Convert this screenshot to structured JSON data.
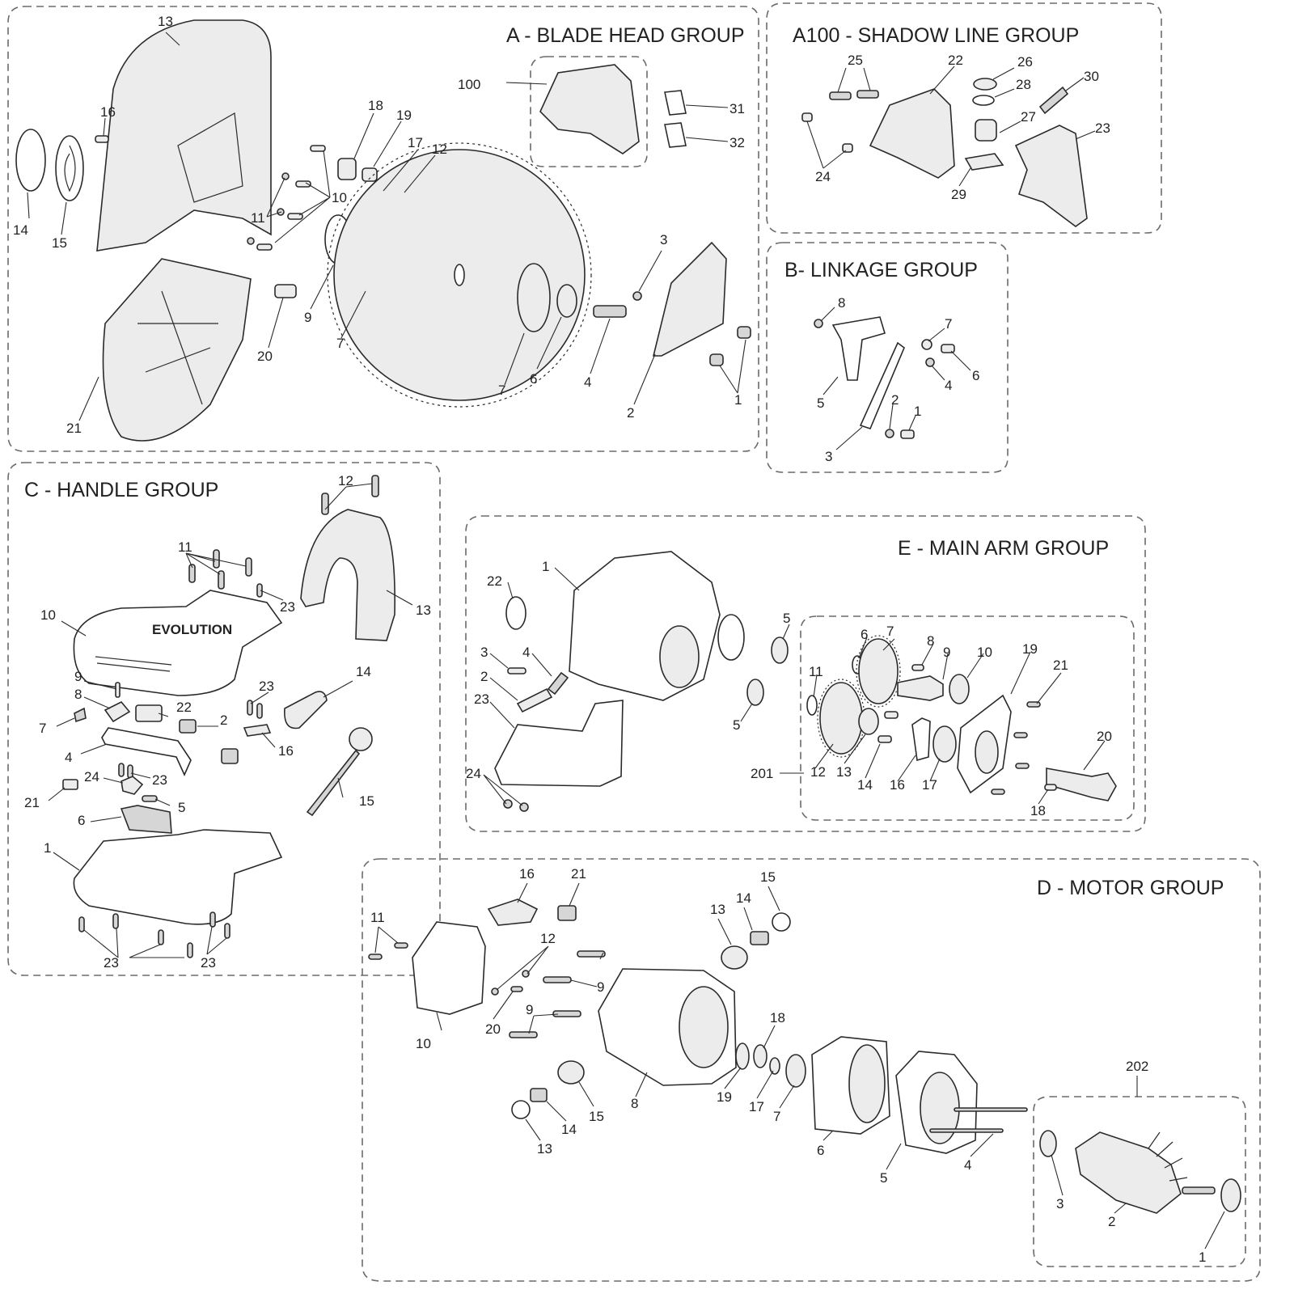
{
  "groups": {
    "a": {
      "title": "A - BLADE HEAD GROUP"
    },
    "a100": {
      "title": "A100 - SHADOW LINE GROUP"
    },
    "b": {
      "title": "B- LINKAGE GROUP"
    },
    "c": {
      "title": "C - HANDLE GROUP"
    },
    "e": {
      "title": "E - MAIN ARM GROUP"
    },
    "d": {
      "title": "D - MOTOR GROUP"
    }
  },
  "labels": {
    "a": [
      "13",
      "16",
      "18",
      "19",
      "17",
      "12",
      "14",
      "15",
      "10",
      "11",
      "10",
      "11",
      "9",
      "7",
      "20",
      "21",
      "100",
      "31",
      "32",
      "3",
      "7",
      "6",
      "4",
      "2",
      "1"
    ],
    "a100": [
      "22",
      "25",
      "26",
      "28",
      "30",
      "27",
      "23",
      "24",
      "29"
    ],
    "b": [
      "8",
      "7",
      "6",
      "4",
      "5",
      "2",
      "1",
      "3"
    ],
    "c": [
      "12",
      "11",
      "23",
      "10",
      "13",
      "9",
      "8",
      "22",
      "7",
      "2",
      "23",
      "16",
      "14",
      "4",
      "23",
      "24",
      "21",
      "5",
      "6",
      "15",
      "1",
      "23",
      "23"
    ],
    "e": [
      "1",
      "22",
      "3",
      "4",
      "2",
      "23",
      "24",
      "5",
      "5",
      "6",
      "7",
      "8",
      "9",
      "10",
      "19",
      "11",
      "21",
      "12",
      "13",
      "14",
      "16",
      "17",
      "20",
      "201",
      "18"
    ],
    "d": [
      "16",
      "21",
      "15",
      "11",
      "14",
      "13",
      "12",
      "9",
      "9",
      "10",
      "20",
      "18",
      "8",
      "19",
      "17",
      "7",
      "6",
      "5",
      "4",
      "202",
      "3",
      "2",
      "1",
      "14",
      "15",
      "13"
    ]
  },
  "brand": {
    "logo": "EVOLUTION"
  }
}
